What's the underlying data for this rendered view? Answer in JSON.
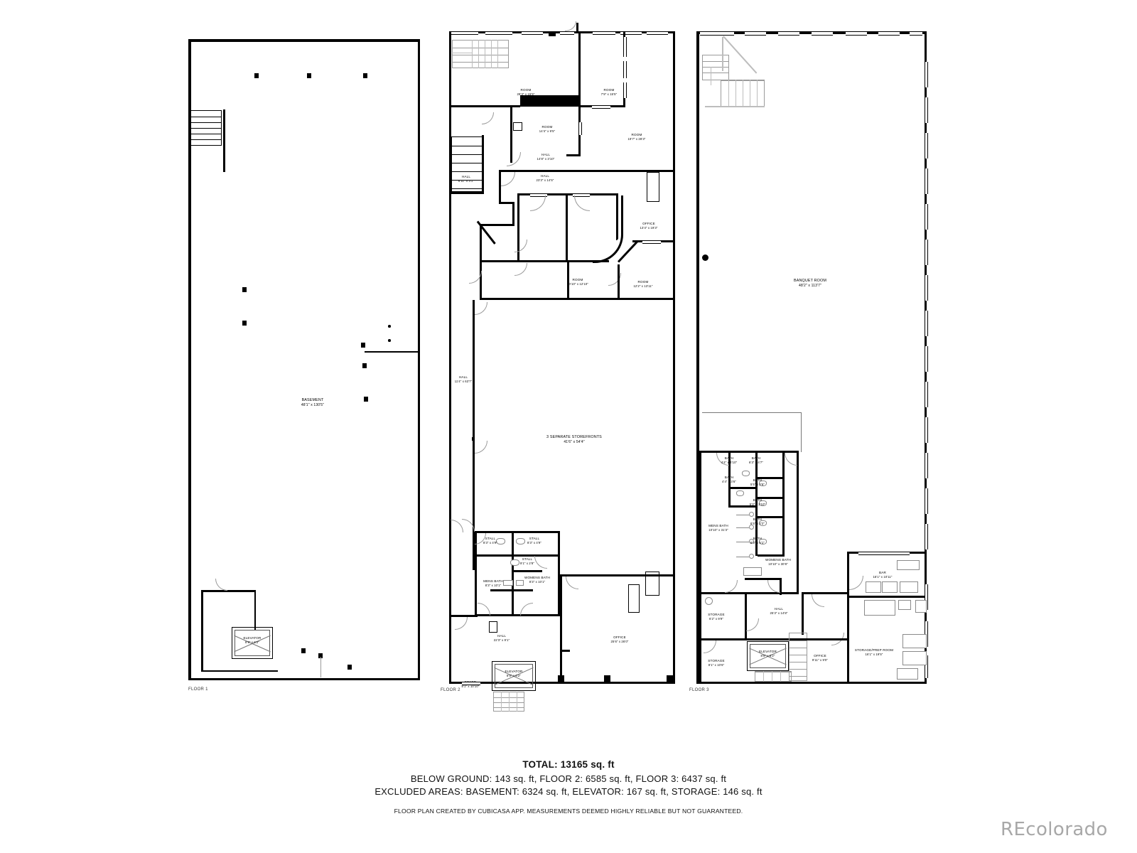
{
  "document": {
    "type": "real-estate-floor-plan",
    "brand": "REcolorado"
  },
  "footer": {
    "total": "TOTAL: 13165 sq. ft",
    "breakdown": "BELOW GROUND: 143 sq. ft, FLOOR 2: 6585 sq. ft, FLOOR 3: 6437 sq. ft",
    "excluded": "EXCLUDED AREAS: BASEMENT: 6324 sq. ft, ELEVATOR: 167 sq. ft, STORAGE: 146 sq. ft",
    "disclaimer": "FLOOR PLAN CREATED BY CUBICASA APP. MEASUREMENTS DEEMED HIGHLY RELIABLE BUT NOT GUARANTEED."
  },
  "floors": [
    {
      "id": "floor1",
      "label": "FLOOR 1"
    },
    {
      "id": "floor2",
      "label": "FLOOR 2"
    },
    {
      "id": "floor3",
      "label": "FLOOR 3"
    }
  ],
  "floor1_rooms": [
    {
      "name": "BASEMENT",
      "dim": "48'1\" x 130'5\""
    },
    {
      "name": "ELEVATOR",
      "dim": "8'9\" x 6'2\""
    }
  ],
  "floor2_rooms": [
    {
      "name": "ROOM",
      "dim": "28'3\" x 15'5\""
    },
    {
      "name": "ROOM",
      "dim": "7'9\" x 15'5\""
    },
    {
      "name": "ROOM",
      "dim": "19'7\" x 28'3\""
    },
    {
      "name": "ROOM",
      "dim": "14'4\" x 9'5\""
    },
    {
      "name": "HALL",
      "dim": "14'8\" x 3'10\""
    },
    {
      "name": "HALL",
      "dim": "6'11\" x 3'1\""
    },
    {
      "name": "HALL",
      "dim": "23'3\" x 14'5\""
    },
    {
      "name": "OFFICE",
      "dim": "13'4\" x 19'3\""
    },
    {
      "name": "ROOM",
      "dim": "10'10\" x 12'10\""
    },
    {
      "name": "ROOM",
      "dim": "12'2\" x 13'11\""
    },
    {
      "name": "HALL",
      "dim": "11'4\" x 63'7\""
    },
    {
      "name": "3 SEPARATE STOREFRONTS",
      "dim": "41'6\" x 54'4\""
    },
    {
      "name": "STALL",
      "dim": "8'3\" x 4'9\""
    },
    {
      "name": "STALL",
      "dim": "8'3\" x 4'9\""
    },
    {
      "name": "STALL",
      "dim": "9'1\" x 2'8\""
    },
    {
      "name": "MENS BATH",
      "dim": "8'3\" x 10'1\""
    },
    {
      "name": "WOMENS BATH",
      "dim": "8'3\" x 10'1\""
    },
    {
      "name": "HALL",
      "dim": "22'3\" x 9'1\""
    },
    {
      "name": "OFFICE",
      "dim": "25'6\" x 26'0\""
    },
    {
      "name": "FOYER",
      "dim": "8'1\" x 10'10\""
    },
    {
      "name": "ELEVATOR",
      "dim": "8'9\" x 6'2\""
    }
  ],
  "floor3_rooms": [
    {
      "name": "BANQUET ROOM",
      "dim": "48'2\" x 113'7\""
    },
    {
      "name": "BATH",
      "dim": "4'4\" x 4'10\""
    },
    {
      "name": "BATH",
      "dim": "6'3\" x 4'7\""
    },
    {
      "name": "BATH",
      "dim": "4'4\" x 3'6\""
    },
    {
      "name": "BATH",
      "dim": "5'5\" x 2'6\""
    },
    {
      "name": "BATH",
      "dim": "5'3\" x 2'10\""
    },
    {
      "name": "BATH",
      "dim": "6'5\" x 2'2\""
    },
    {
      "name": "BATH",
      "dim": "5'3\" x 5'1\""
    },
    {
      "name": "MENS BATH",
      "dim": "10'10\" x 31'3\""
    },
    {
      "name": "WOMENS BATH",
      "dim": "10'10\" x 30'8\""
    },
    {
      "name": "HALL",
      "dim": "25'3\" x 14'8\""
    },
    {
      "name": "BAR",
      "dim": "16'1\" x 10'11\""
    },
    {
      "name": "STORAGE/PREP ROOM",
      "dim": "16'1\" x 19'5\""
    },
    {
      "name": "STORAGE",
      "dim": "6'2\" x 9'9\""
    },
    {
      "name": "STORAGE",
      "dim": "8'1\" x 10'6\""
    },
    {
      "name": "OFFICE",
      "dim": "9'11\" x 9'0\""
    },
    {
      "name": "ELEVATOR",
      "dim": "8'9\" x 6'2\""
    }
  ]
}
